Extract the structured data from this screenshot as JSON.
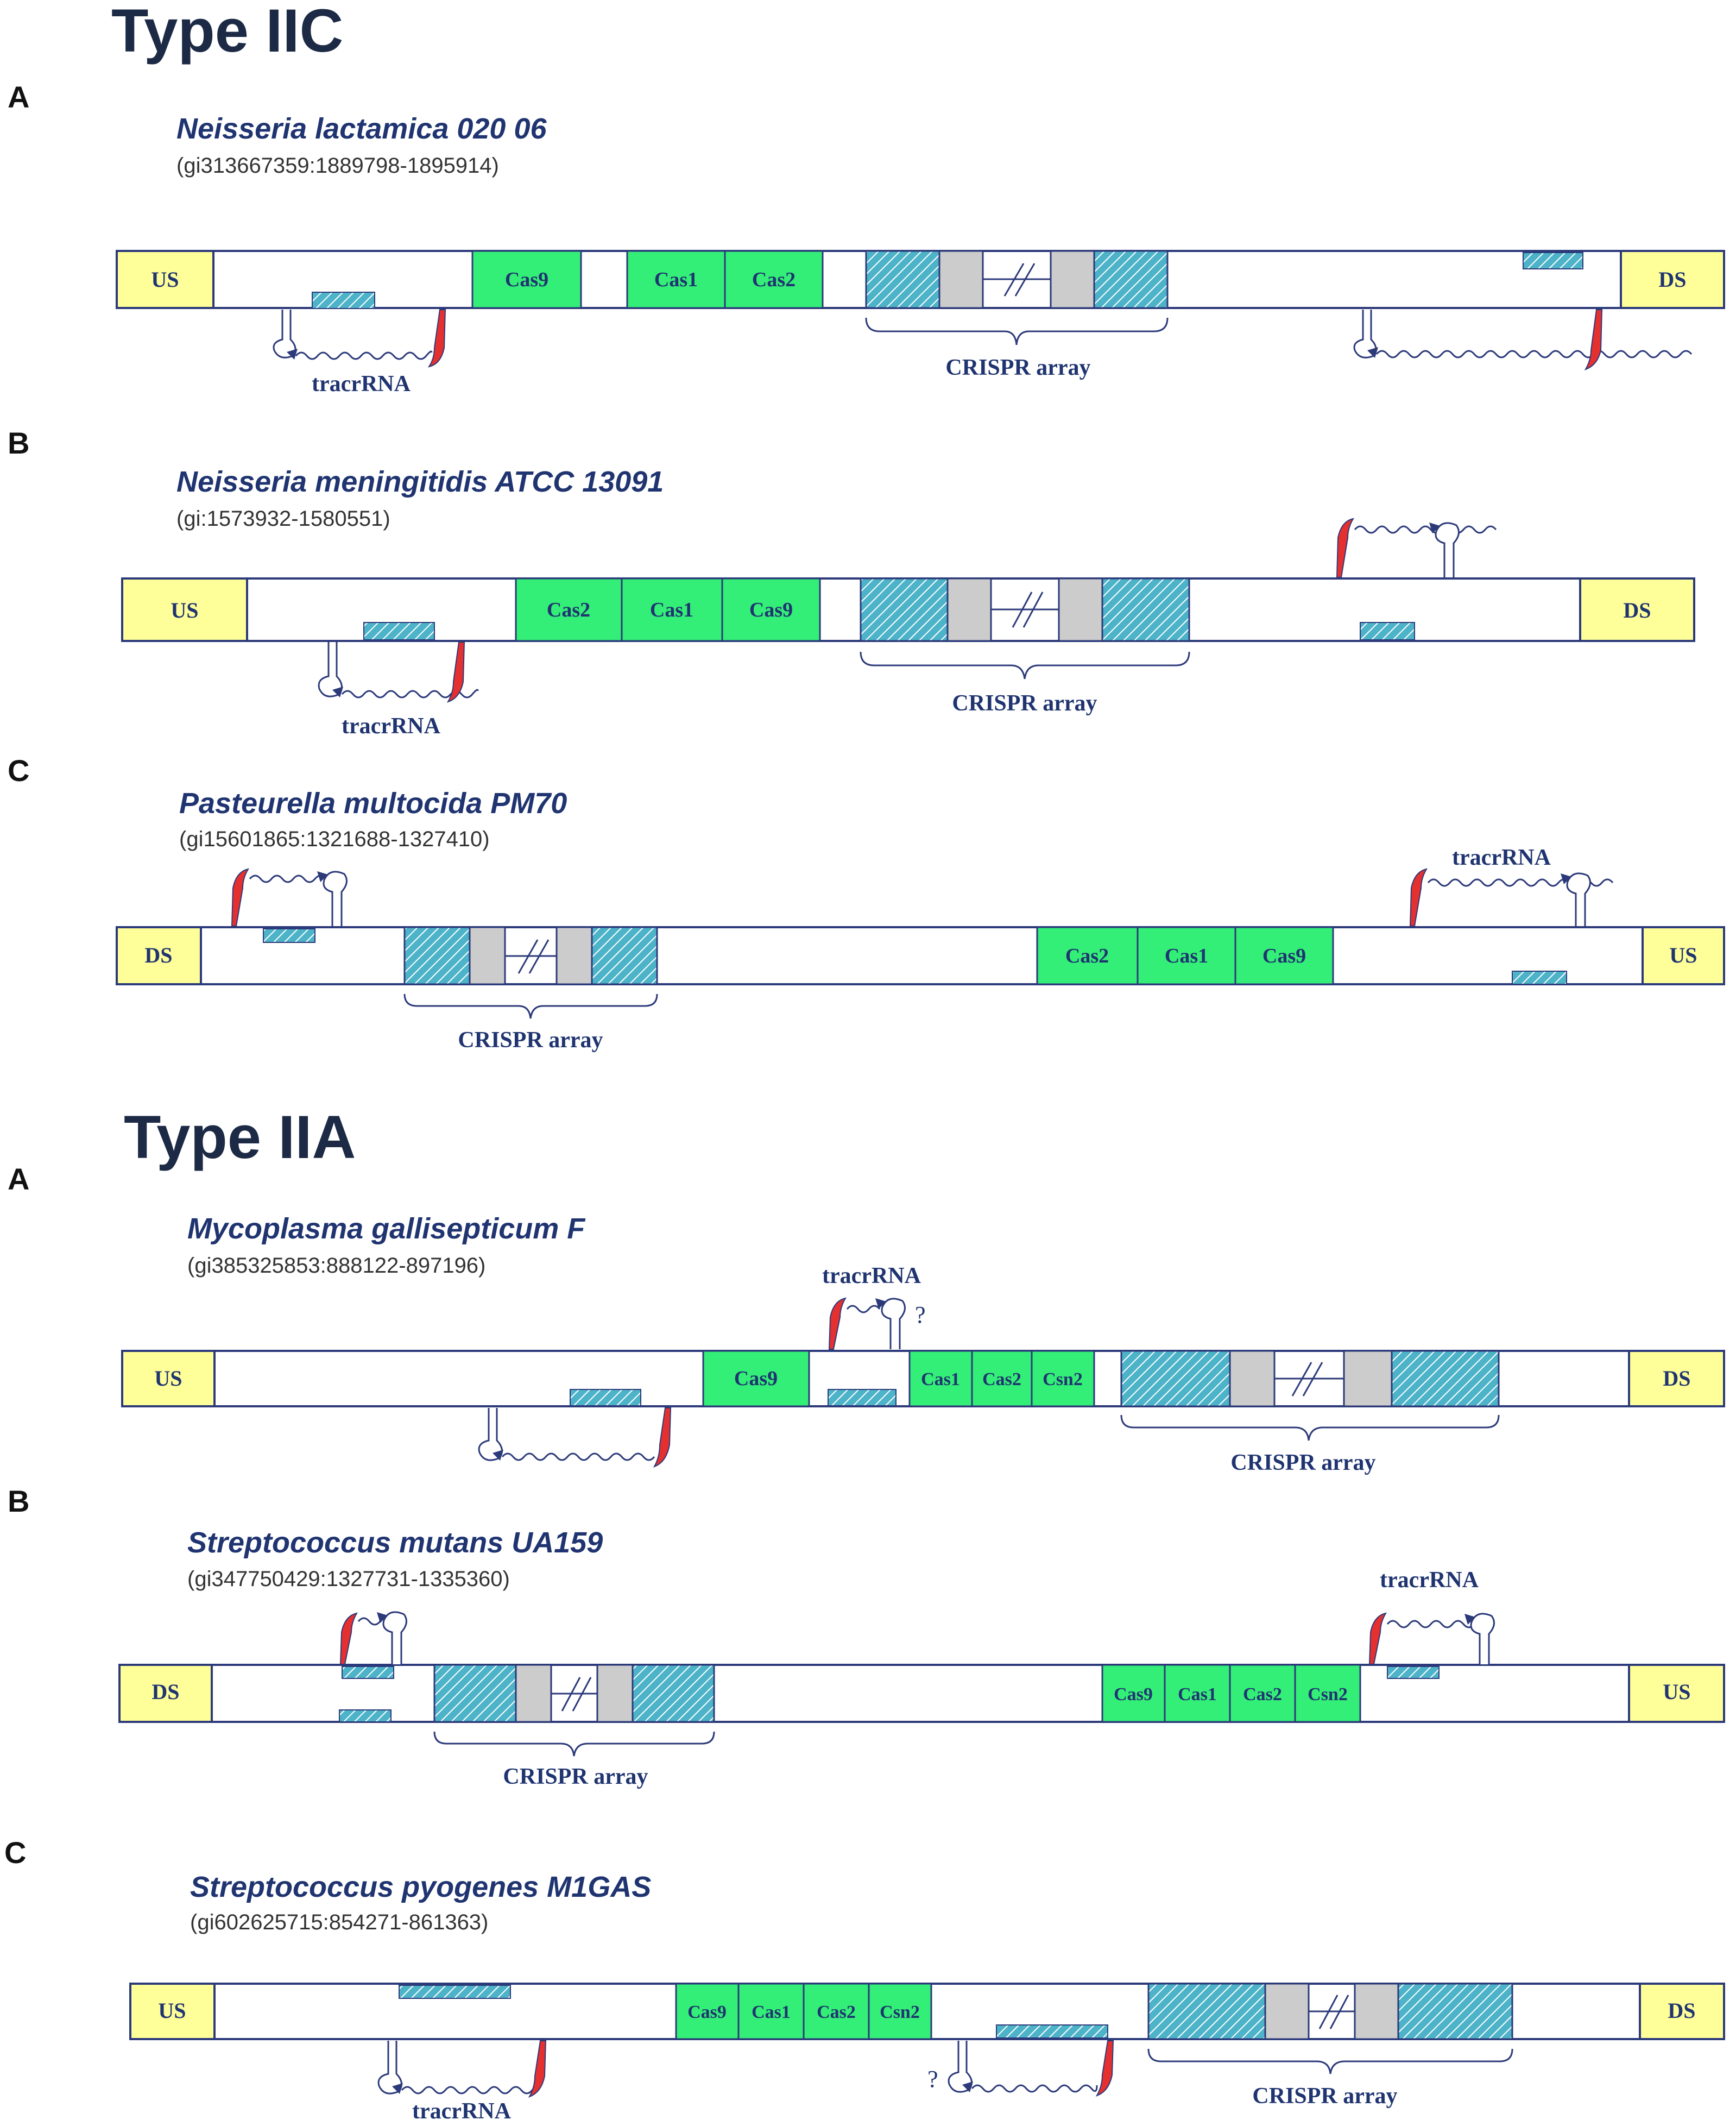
{
  "sections": [
    {
      "title": "Type IIC",
      "panels": [
        {
          "letter": "A",
          "organism": "Neisseria lactamica 020 06",
          "accession": "(gi313667359:1889798-1895914)",
          "left_label": "US",
          "right_label": "DS",
          "cas_genes": [
            "Cas9",
            "Cas1",
            "Cas2"
          ],
          "crispr_label": "CRISPR array",
          "tracr_labels": [
            "tracrRNA"
          ]
        },
        {
          "letter": "B",
          "organism": "Neisseria meningitidis ATCC 13091",
          "accession": "(gi:1573932-1580551)",
          "left_label": "US",
          "right_label": "DS",
          "cas_genes": [
            "Cas2",
            "Cas1",
            "Cas9"
          ],
          "crispr_label": "CRISPR array",
          "tracr_labels": [
            "tracrRNA"
          ]
        },
        {
          "letter": "C",
          "organism": "Pasteurella multocida PM70",
          "accession": "(gi15601865:1321688-1327410)",
          "left_label": "DS",
          "right_label": "US",
          "cas_genes": [
            "Cas2",
            "Cas1",
            "Cas9"
          ],
          "crispr_label": "CRISPR array",
          "tracr_labels": [
            "tracrRNA"
          ]
        }
      ]
    },
    {
      "title": "Type IIA",
      "panels": [
        {
          "letter": "A",
          "organism": "Mycoplasma gallisepticum F",
          "accession": "(gi385325853:888122-897196)",
          "left_label": "US",
          "right_label": "DS",
          "cas_genes": [
            "Cas9",
            "Cas1",
            "Cas2",
            "Csn2"
          ],
          "crispr_label": "CRISPR array",
          "tracr_labels": [
            "tracrRNA"
          ],
          "question_marks": [
            "?"
          ]
        },
        {
          "letter": "B",
          "organism": "Streptococcus mutans UA159",
          "accession": "(gi347750429:1327731-1335360)",
          "left_label": "DS",
          "right_label": "US",
          "cas_genes": [
            "Cas9",
            "Cas1",
            "Cas2",
            "Csn2"
          ],
          "crispr_label": "CRISPR array",
          "tracr_labels": [
            "tracrRNA"
          ]
        },
        {
          "letter": "C",
          "organism": "Streptococcus pyogenes M1GAS",
          "accession": "(gi602625715:854271-861363)",
          "left_label": "US",
          "right_label": "DS",
          "cas_genes": [
            "Cas9",
            "Cas1",
            "Cas2",
            "Csn2"
          ],
          "crispr_label": "CRISPR array",
          "tracr_labels": [
            "tracrRNA"
          ],
          "question_marks": [
            "?"
          ]
        }
      ]
    }
  ],
  "colors": {
    "flank_box": "#ffff99",
    "cas_box": "#33ee77",
    "crispr_hatch": "#4db3c8",
    "spacer_box": "#cccccc",
    "outline": "#2c3a7a",
    "promoter_arrow": "#e53030",
    "text_navy": "#1f3470"
  }
}
